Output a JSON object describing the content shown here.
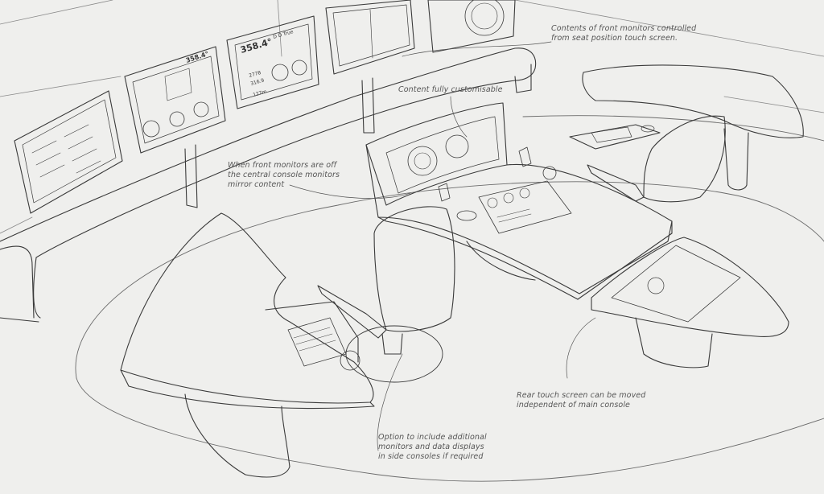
{
  "annotations": {
    "front_monitors": {
      "lines": [
        "Contents of front monitors controlled",
        "from seat position touch screen."
      ]
    },
    "content": {
      "lines": [
        "Content fully customisable"
      ]
    },
    "mirror": {
      "lines": [
        "When front monitors are off",
        "the central console monitors",
        "mirror content"
      ]
    },
    "rear_touch": {
      "lines": [
        "Rear touch screen can be moved",
        "independent of main console"
      ]
    },
    "option": {
      "lines": [
        "Option to include additional",
        "monitors and data displays",
        "in side consoles if required"
      ]
    }
  },
  "monitor_readouts": {
    "heading_a": "358.4°",
    "heading_b": "358.4°",
    "mode": "D D True",
    "values": [
      "2778",
      "316.9",
      "127m"
    ]
  },
  "colors": {
    "paper": "#efefed",
    "line": "#3a3a3a",
    "text": "#555555"
  }
}
